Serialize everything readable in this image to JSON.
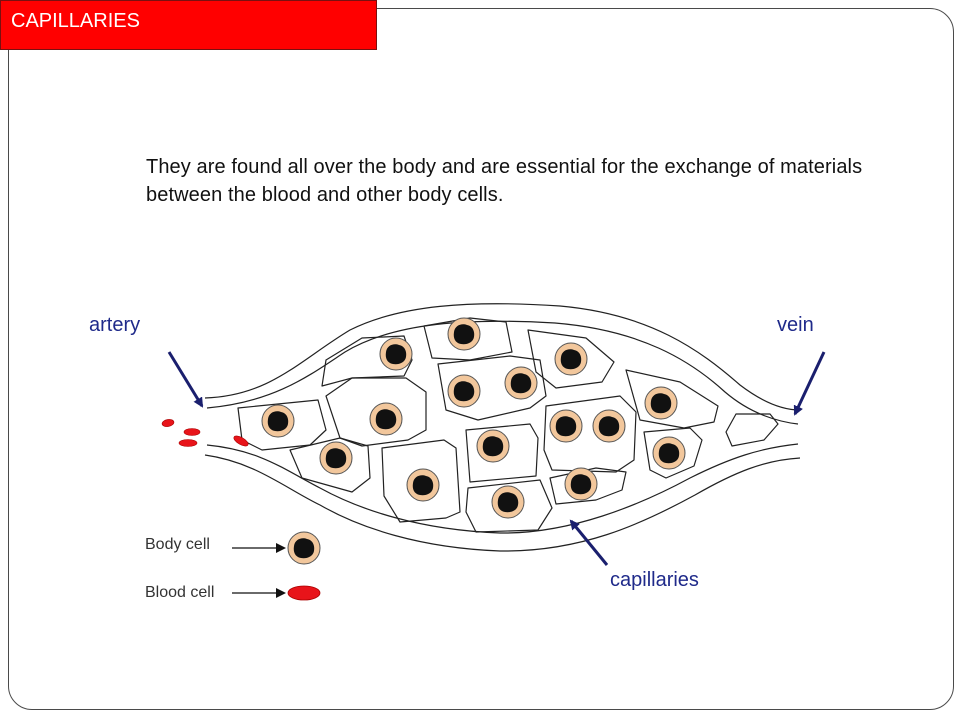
{
  "title": "CAPILLARIES",
  "intro": "They are found all over the body and are essential for the exchange of materials between the blood and other body cells.",
  "labels": {
    "artery": "artery",
    "vein": "vein",
    "capillaries": "capillaries"
  },
  "legend": {
    "body_cell": "Body cell",
    "blood_cell": "Blood cell"
  },
  "colors": {
    "title_bg": "#ff0000",
    "label_text": "#1f2a8a",
    "arrow": "#1a1f6e",
    "cell_fill": "#f2c79c",
    "nucleus": "#111111",
    "blood_cell": "#e8141a"
  }
}
